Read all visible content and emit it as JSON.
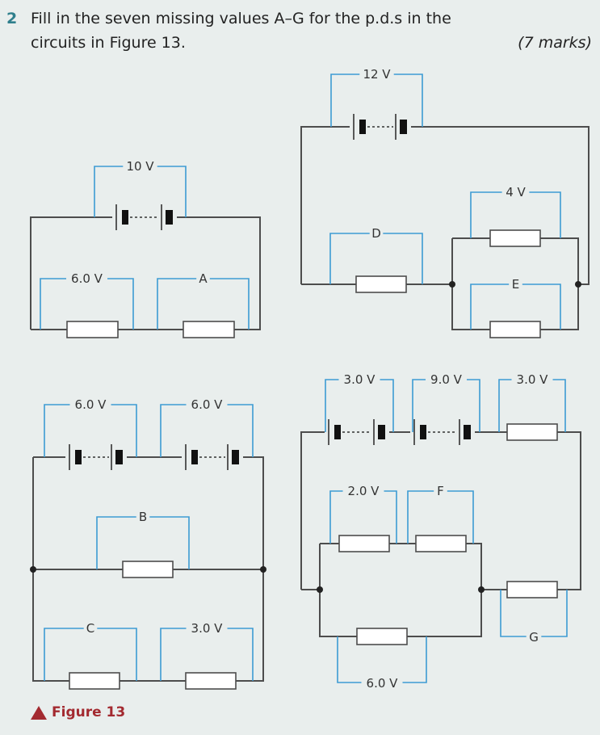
{
  "question": {
    "number": "2",
    "line1": "Fill in the seven missing values A–G for the p.d.s in the",
    "line2": "circuits in Figure 13.",
    "marks": "(7 marks)"
  },
  "caption": "Figure 13",
  "circuits": {
    "c1": {
      "battery": "10 V",
      "r1": "6.0 V",
      "r2": "A"
    },
    "c2": {
      "battery": "12 V",
      "series": "D",
      "top": "4 V",
      "bottom": "E"
    },
    "c3": {
      "cell1": "6.0 V",
      "cell2": "6.0 V",
      "middle": "B",
      "left": "C",
      "right": "3.0 V"
    },
    "c4": {
      "cell1": "3.0 V",
      "cell2": "9.0 V",
      "top_res": "3.0 V",
      "r1": "2.0 V",
      "r2": "F",
      "bottom": "6.0 V",
      "right": "G"
    }
  }
}
